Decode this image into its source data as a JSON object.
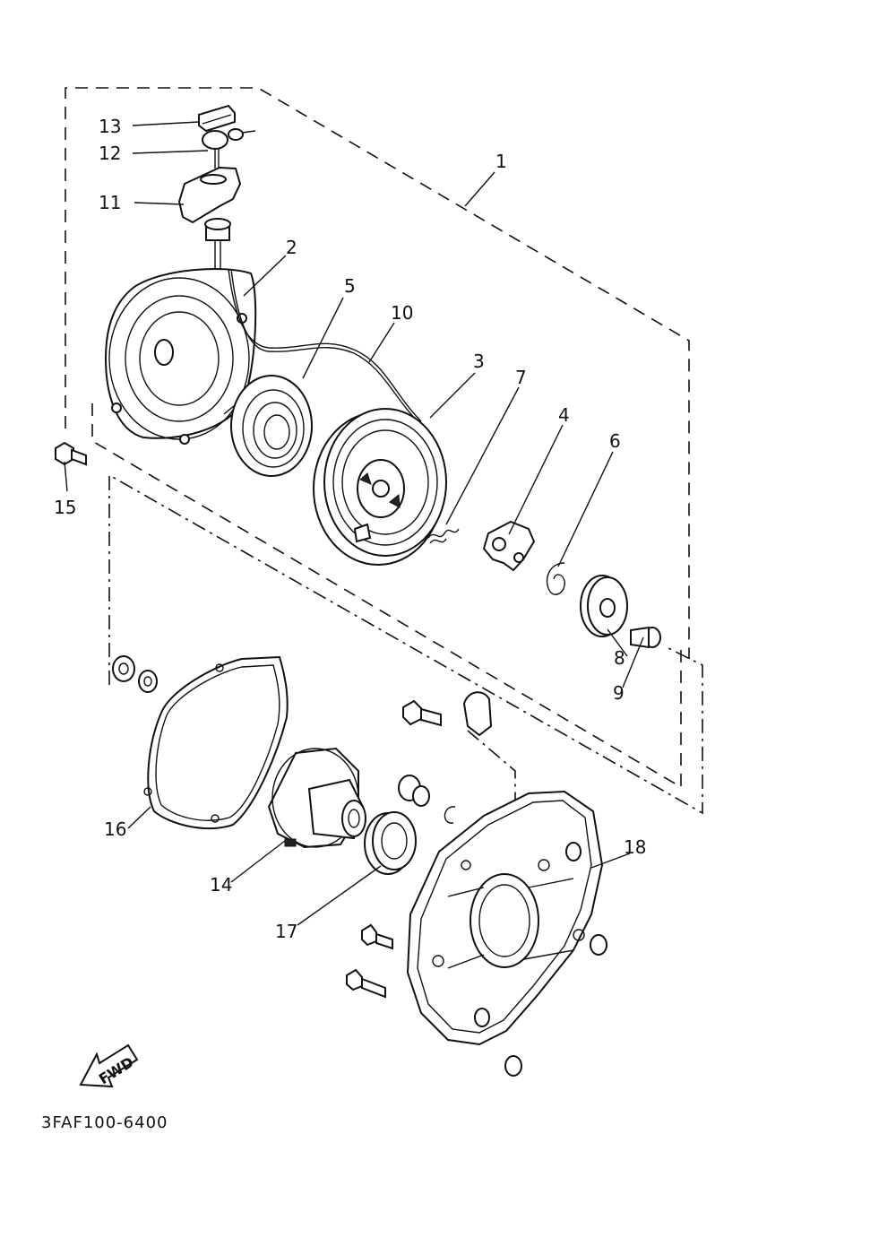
{
  "figure": {
    "callouts": [
      "1",
      "2",
      "3",
      "4",
      "5",
      "6",
      "7",
      "8",
      "9",
      "10",
      "11",
      "12",
      "13",
      "14",
      "15",
      "16",
      "17",
      "18"
    ],
    "fwd_label": "FWD",
    "figure_code": "3FAF100-6400"
  }
}
